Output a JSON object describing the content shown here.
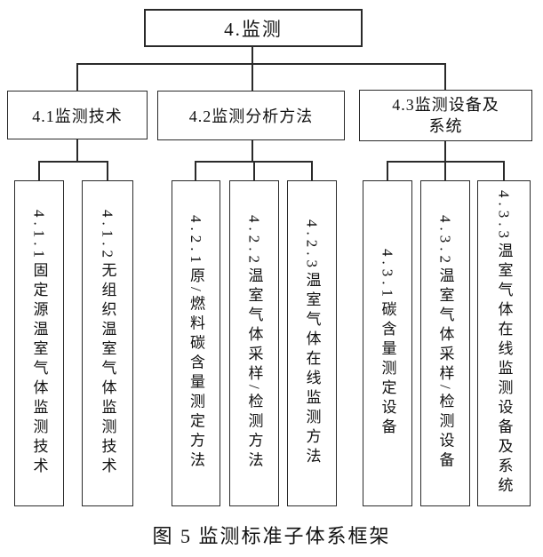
{
  "diagram": {
    "root": "4.监测",
    "groups": [
      {
        "label": "4.1监测技术",
        "children": [
          "4.1.1固定源温室气体监测技术",
          "4.1.2无组织温室气体监测技术"
        ]
      },
      {
        "label": "4.2监测分析方法",
        "children": [
          "4.2.1原/燃料碳含量测定方法",
          "4.2.2温室气体采样/检测方法",
          "4.2.3温室气体在线监测方法"
        ]
      },
      {
        "label": "4.3监测设备及\n系统",
        "children": [
          "4.3.1碳含量测定设备",
          "4.3.2温室气体采样/检测设备",
          "4.3.3温室气体在线监测设备及系统"
        ]
      }
    ],
    "caption": "图 5 监测标准子体系框架",
    "colors": {
      "line": "#2a2a2a",
      "background": "#ffffff",
      "text": "#111111"
    }
  }
}
